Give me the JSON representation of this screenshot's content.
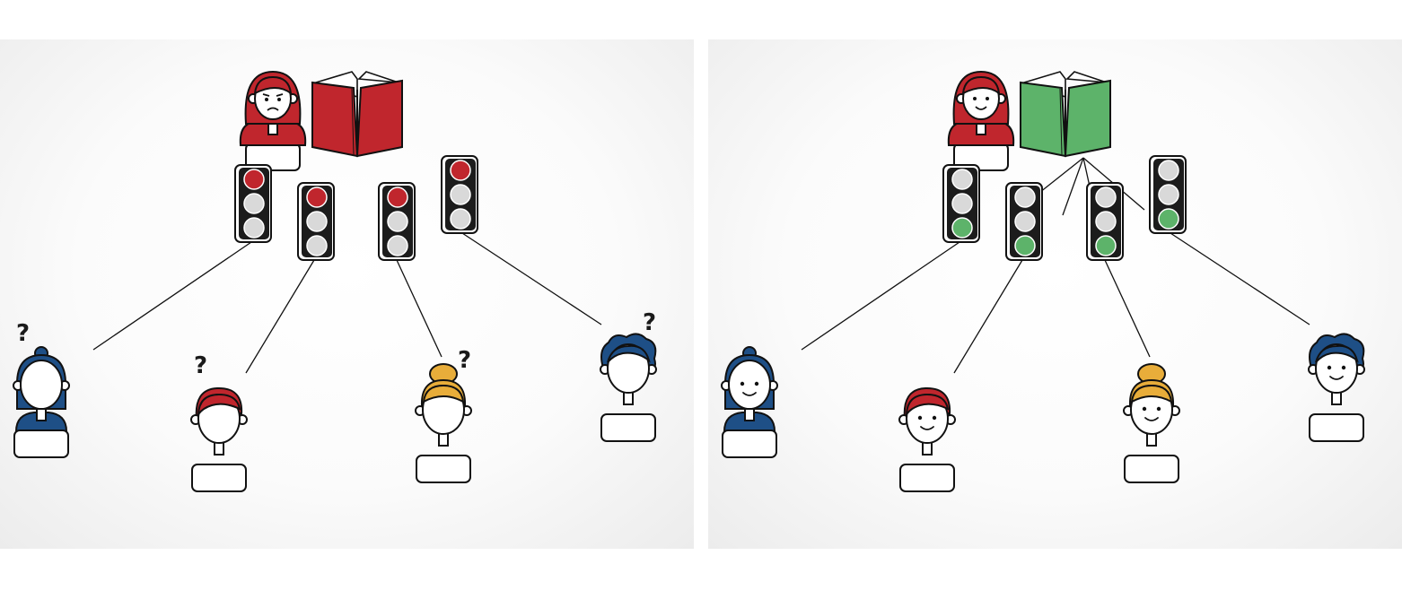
{
  "colors": {
    "red": "#c0262d",
    "green": "#5db36a",
    "blue": "#1e4f86",
    "yellow": "#e8ad3a",
    "off": "#d9d9d9",
    "ink": "#111111"
  },
  "panels": [
    {
      "id": "left",
      "state": "stop",
      "book_color": "red",
      "teacher_expression": "frown",
      "light_on": "red",
      "hub_lines": false,
      "people": [
        {
          "hair": "blue-bun",
          "expression": "blank",
          "question": "?"
        },
        {
          "hair": "red-short",
          "expression": "blank",
          "question": "?"
        },
        {
          "hair": "yellow-bun",
          "expression": "blank",
          "question": "?"
        },
        {
          "hair": "blue-curly",
          "expression": "blank",
          "question": "?"
        }
      ]
    },
    {
      "id": "right",
      "state": "go",
      "book_color": "green",
      "teacher_expression": "smile",
      "light_on": "green",
      "hub_lines": true,
      "people": [
        {
          "hair": "blue-bun",
          "expression": "smile",
          "question": ""
        },
        {
          "hair": "red-short",
          "expression": "smile",
          "question": ""
        },
        {
          "hair": "yellow-bun",
          "expression": "smile",
          "question": ""
        },
        {
          "hair": "blue-curly",
          "expression": "smile",
          "question": ""
        }
      ]
    }
  ]
}
